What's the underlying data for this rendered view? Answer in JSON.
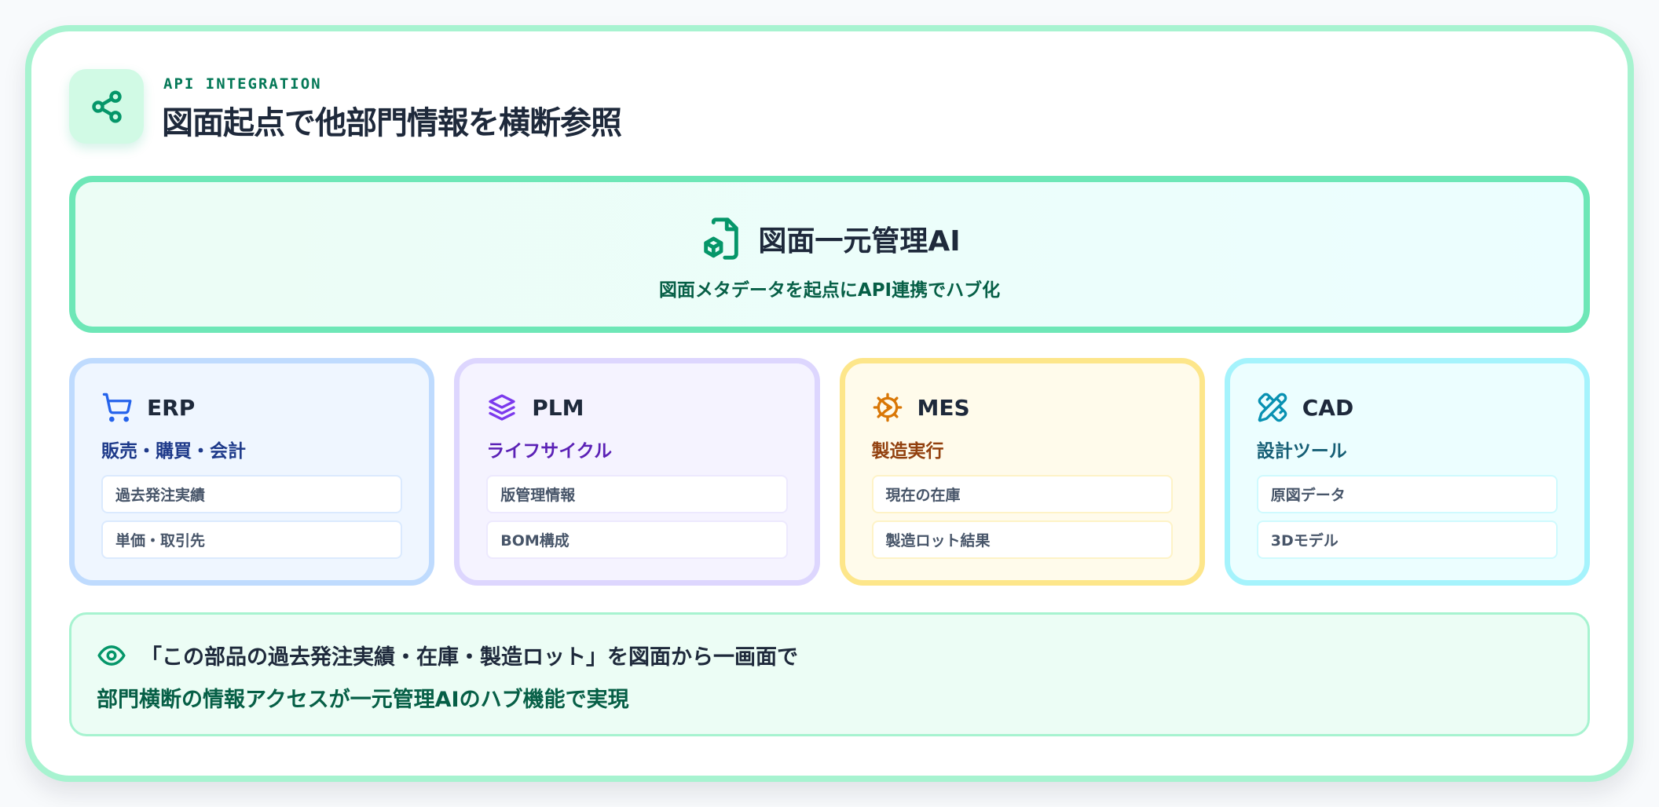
{
  "header": {
    "icon": "share-nodes-icon",
    "eyebrow": "API INTEGRATION",
    "title": "図面起点で他部門情報を横断参照"
  },
  "hub": {
    "icon": "file-cube-icon",
    "title": "図面一元管理AI",
    "subtitle": "図面メタデータを起点にAPI連携でハブ化"
  },
  "systems": [
    {
      "name": "ERP",
      "icon": "shopping-cart-icon",
      "subtitle": "販売・購買・会計",
      "items": [
        "過去発注実績",
        "単価・取引先"
      ],
      "accent": "#2563eb"
    },
    {
      "name": "PLM",
      "icon": "layers-stack-icon",
      "subtitle": "ライフサイクル",
      "items": [
        "版管理情報",
        "BOM構成"
      ],
      "accent": "#7c3aed"
    },
    {
      "name": "MES",
      "icon": "gear-play-icon",
      "subtitle": "製造実行",
      "items": [
        "現在の在庫",
        "製造ロット結果"
      ],
      "accent": "#d97706"
    },
    {
      "name": "CAD",
      "icon": "pencil-ruler-icon",
      "subtitle": "設計ツール",
      "items": [
        "原図データ",
        "3Dモデル"
      ],
      "accent": "#0891b2"
    }
  ],
  "feature": {
    "icon": "eye-icon",
    "line1": "「この部品の過去発注実績・在庫・製造ロット」を図面から一画面で",
    "line2": "部門横断の情報アクセスが一元管理AIのハブ機能で実現"
  },
  "colors": {
    "brand_green": "#059669",
    "outer_border": "#a7f3d0",
    "hub_border": "#6ee7b7"
  }
}
